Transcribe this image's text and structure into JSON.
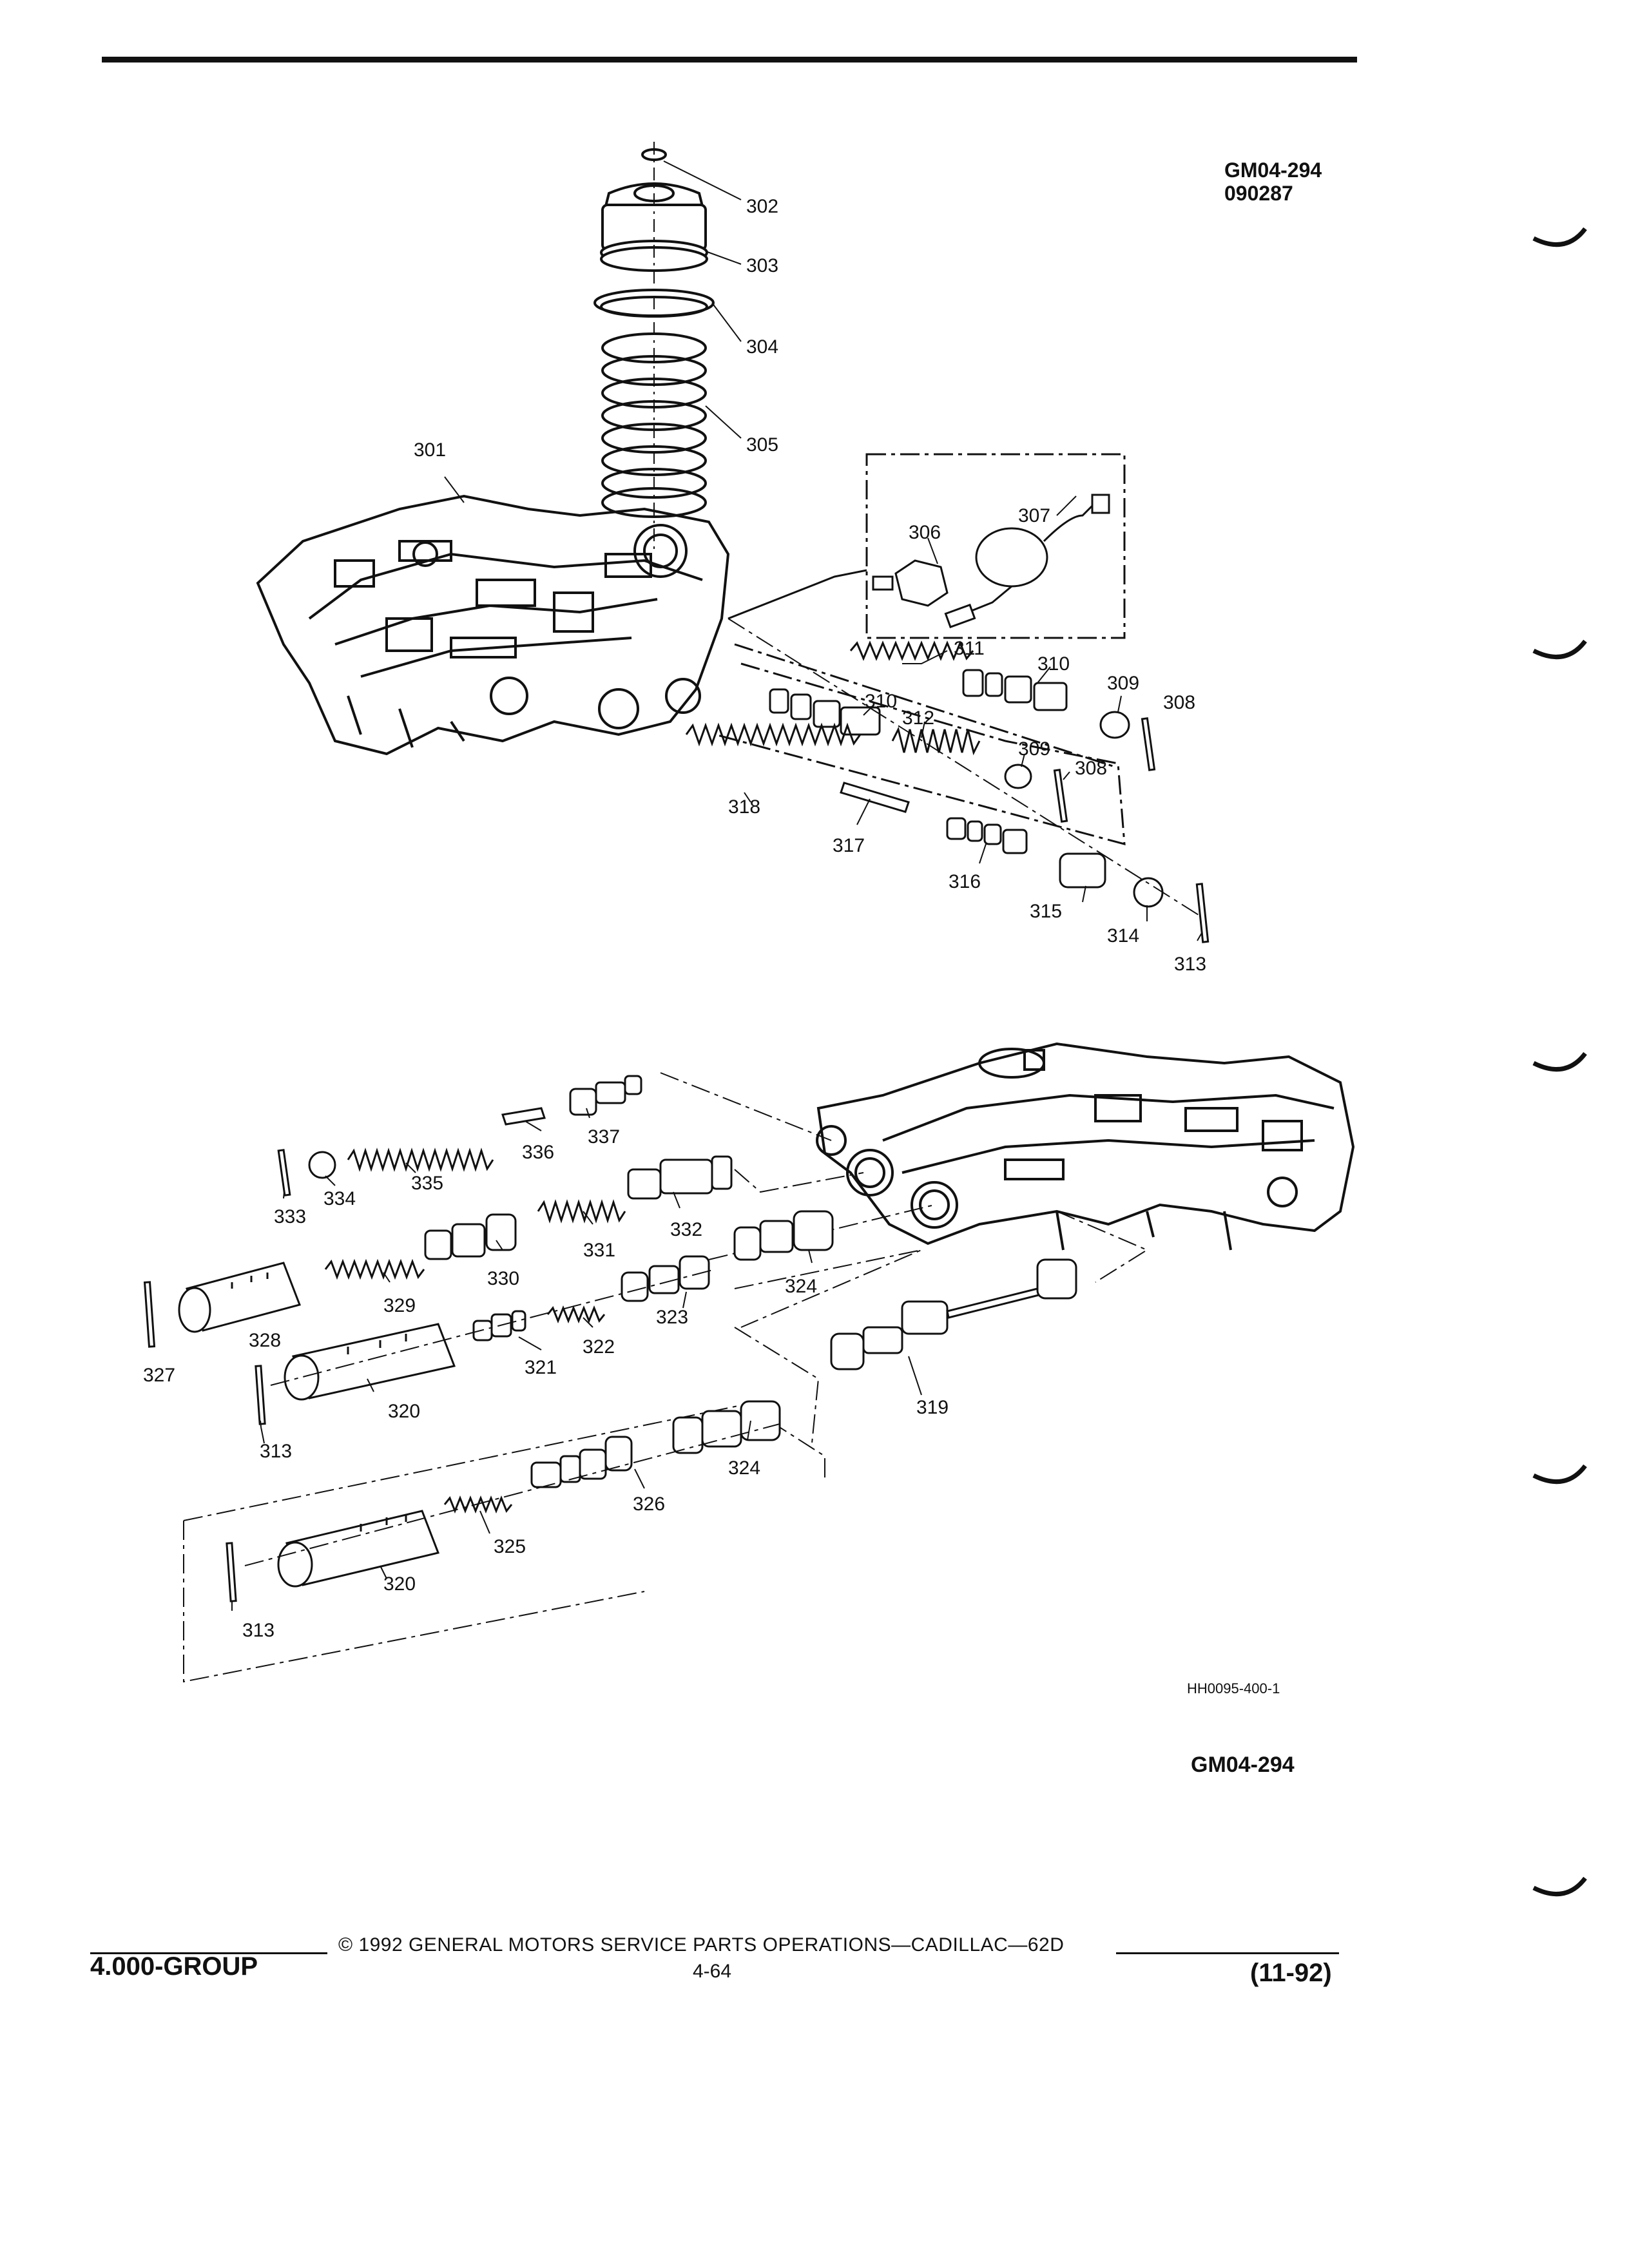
{
  "header": {
    "figure_code": "GM04-294",
    "figure_date": "090287"
  },
  "diagram": {
    "part_labels": {
      "p301": "301",
      "p302": "302",
      "p303": "303",
      "p304": "304",
      "p305": "305",
      "p306": "306",
      "p307": "307",
      "p308a": "308",
      "p308b": "308",
      "p309a": "309",
      "p309b": "309",
      "p310a": "310",
      "p310b": "310",
      "p311": "311",
      "p312": "312",
      "p313a": "313",
      "p313b": "313",
      "p313c": "313",
      "p314": "314",
      "p315": "315",
      "p316": "316",
      "p317": "317",
      "p318": "318",
      "p319": "319",
      "p320a": "320",
      "p320b": "320",
      "p321": "321",
      "p322": "322",
      "p323": "323",
      "p324a": "324",
      "p324b": "324",
      "p325": "325",
      "p326": "326",
      "p327": "327",
      "p328": "328",
      "p329": "329",
      "p330": "330",
      "p331": "331",
      "p332": "332",
      "p333": "333",
      "p334": "334",
      "p335": "335",
      "p336": "336",
      "p337": "337"
    },
    "artwork_id": "HH0095-400-1"
  },
  "figure_code_bottom": "GM04-294",
  "footer": {
    "group": "4.000-GROUP",
    "copyright": "© 1992 GENERAL MOTORS SERVICE PARTS OPERATIONS—CADILLAC—62D",
    "page_number": "4-64",
    "date_code": "(11-92)"
  }
}
